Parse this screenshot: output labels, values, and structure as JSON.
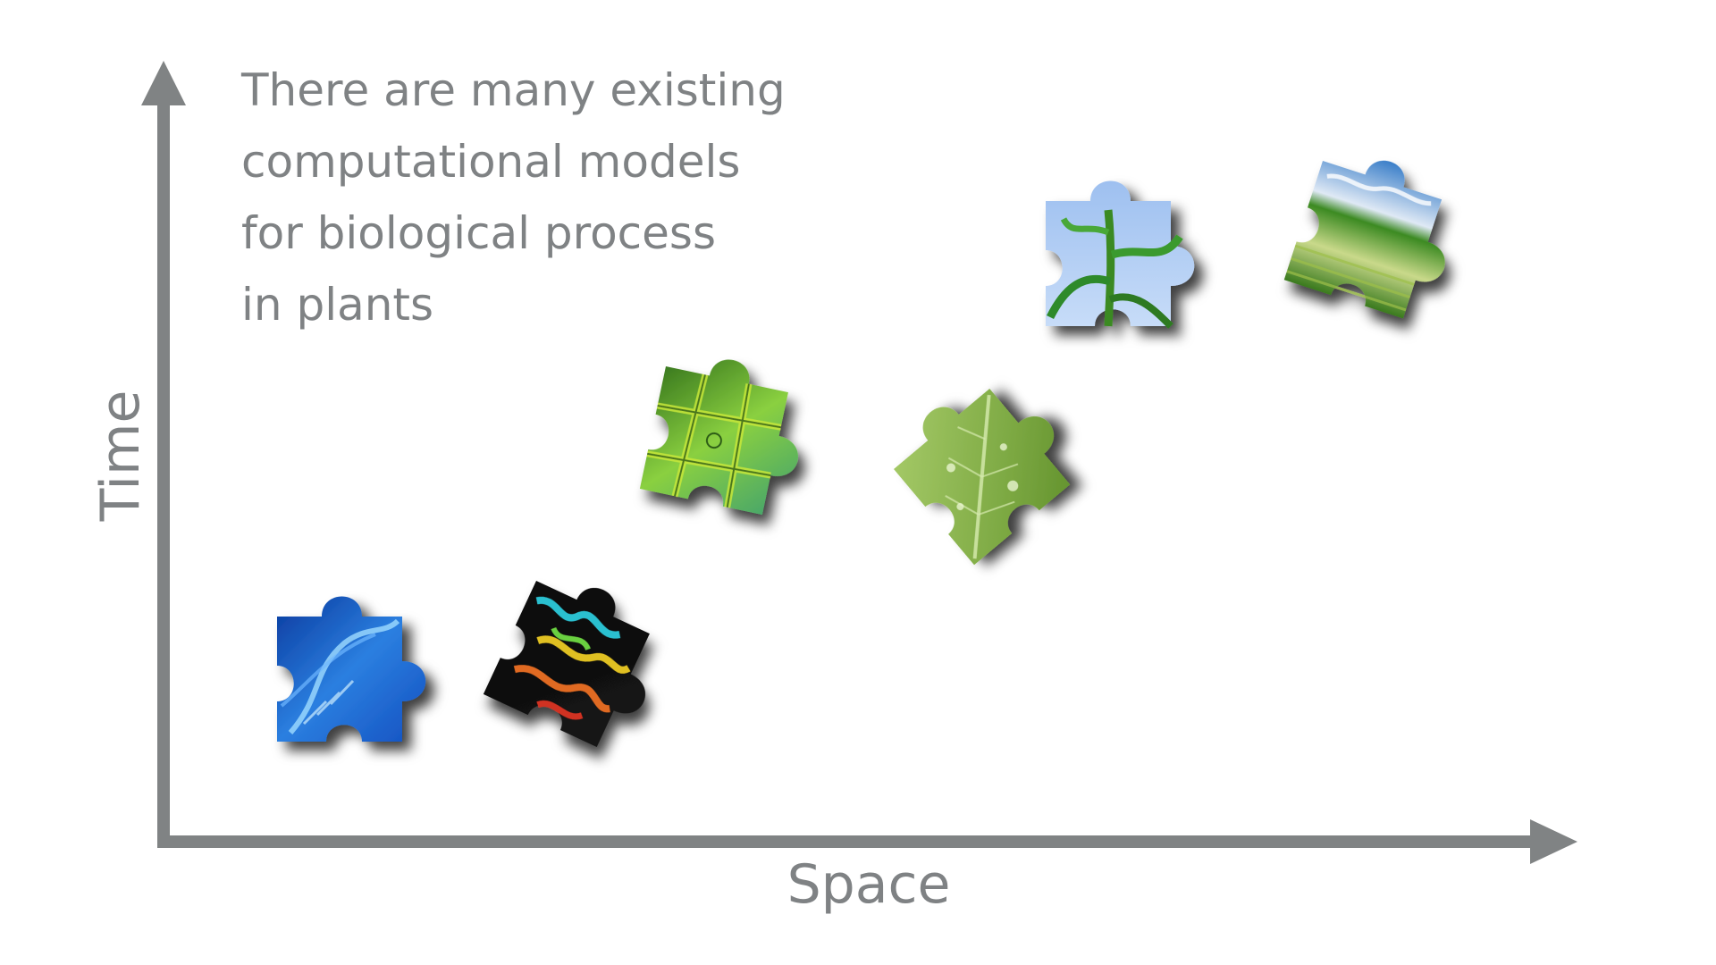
{
  "slide": {
    "heading_lines": [
      "There are many existing",
      "computational models",
      "for biological process",
      "in plants"
    ],
    "x_axis_label": "Space",
    "y_axis_label": "Time",
    "axis_color": "#808384",
    "text_color": "#7f8284"
  },
  "pieces": [
    {
      "name": "dna",
      "colors": [
        "#0a3a9e",
        "#2b7fe0",
        "#8fd0ff"
      ]
    },
    {
      "name": "protein",
      "colors": [
        "#000000",
        "#e0b020",
        "#2aa0c0"
      ]
    },
    {
      "name": "plant-cells",
      "colors": [
        "#2f6d1a",
        "#8ad040",
        "#3fa070"
      ]
    },
    {
      "name": "leaf",
      "colors": [
        "#5f8f2a",
        "#a8cc6a",
        "#7eaa44"
      ]
    },
    {
      "name": "corn-plant",
      "colors": [
        "#9ec0f0",
        "#2f8a2a",
        "#c7dcf8"
      ]
    },
    {
      "name": "field",
      "colors": [
        "#3b7fc9",
        "#3c8a22",
        "#c9d98a"
      ]
    }
  ]
}
